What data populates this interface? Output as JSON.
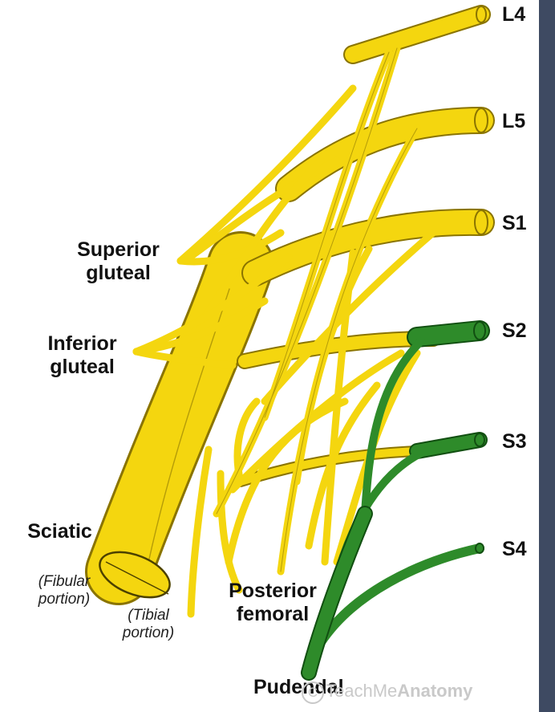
{
  "colors": {
    "yellow": "#f4d60f",
    "yellow_dark": "#8a7400",
    "green": "#2e8b2a",
    "green_dark": "#114f11",
    "side_bar": "#3e4a62"
  },
  "roots": [
    "L4",
    "L5",
    "S1",
    "S2",
    "S3",
    "S4"
  ],
  "nerves": {
    "superior_gluteal": [
      "Superior",
      "gluteal"
    ],
    "inferior_gluteal": [
      "Inferior",
      "gluteal"
    ],
    "sciatic": "Sciatic",
    "fibular_portion": [
      "(Fibular",
      "portion)"
    ],
    "tibial_portion": [
      "(Tibial",
      "portion)"
    ],
    "posterior_femoral": [
      "Posterior",
      "femoral"
    ],
    "pudendal": "Pudendal"
  },
  "watermark": {
    "copyright_symbol": "C",
    "part1": "TeachMe",
    "part2": "Anatomy"
  }
}
